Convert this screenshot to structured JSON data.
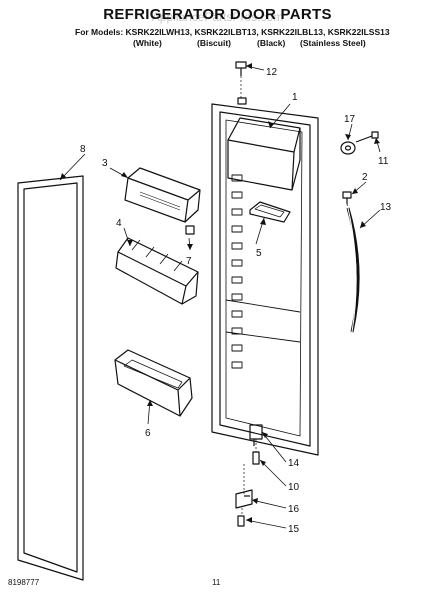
{
  "header": {
    "title": "REFRIGERATOR DOOR PARTS",
    "watermark": "AppliancePartsPros.com",
    "models_line": "For Models: KSRK22ILWH13, KSRK22ILBT13, KSRK22ILBL13, KSRK22ILSS13",
    "colors": [
      "(White)",
      "(Biscuit)",
      "(Black)",
      "(Stainless Steel)"
    ]
  },
  "callouts": [
    "1",
    "2",
    "3",
    "4",
    "5",
    "6",
    "7",
    "8",
    "10",
    "11",
    "12",
    "13",
    "14",
    "15",
    "16",
    "17"
  ],
  "footer": {
    "part_number": "8198777",
    "page_number": "11"
  }
}
